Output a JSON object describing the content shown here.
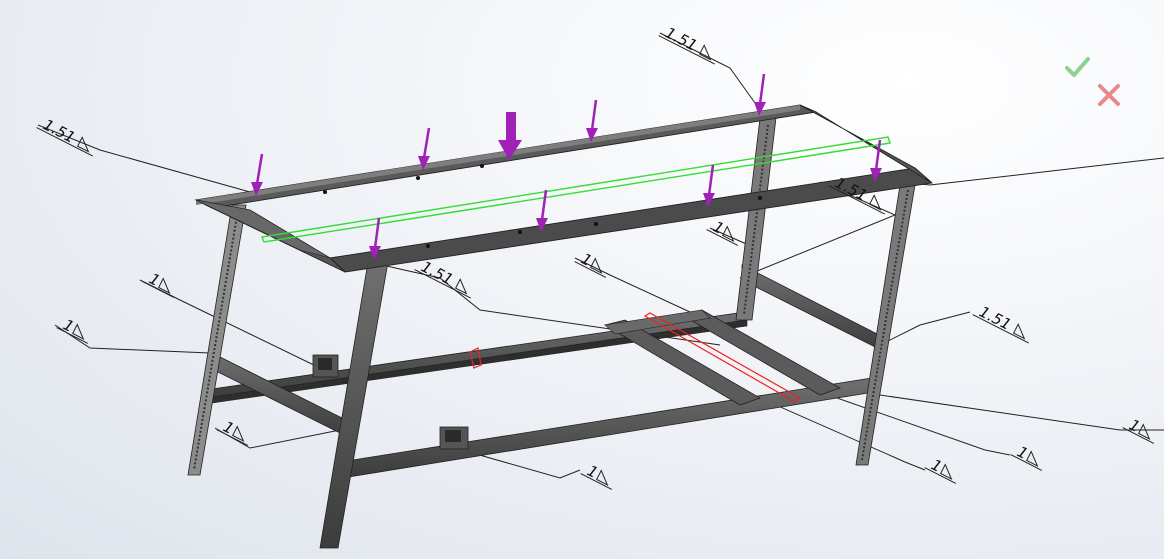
{
  "confirm_corner": {
    "ok_icon": "check-icon",
    "cancel_icon": "close-icon",
    "ok_color": "#8fd18f",
    "cancel_color": "#e88a8a"
  },
  "colors": {
    "frame": "#4a4a4a",
    "frame_light": "#6e6e6e",
    "load_arrow": "#a020b8",
    "selected_edge": "#33dd33",
    "highlight_face": "#ee2222"
  },
  "weld_annotations": [
    {
      "id": "w1",
      "text": "1.51"
    },
    {
      "id": "w2",
      "text": "1.51"
    },
    {
      "id": "w3",
      "text": "1.51"
    },
    {
      "id": "w4",
      "text": "1.51"
    },
    {
      "id": "w5",
      "text": "1.51"
    },
    {
      "id": "w6",
      "text": "1"
    },
    {
      "id": "w7",
      "text": "1"
    },
    {
      "id": "w8",
      "text": "1"
    },
    {
      "id": "w9",
      "text": "1"
    },
    {
      "id": "w10",
      "text": "1"
    },
    {
      "id": "w11",
      "text": "1"
    },
    {
      "id": "w12",
      "text": "1"
    },
    {
      "id": "w13",
      "text": "1"
    },
    {
      "id": "w14",
      "text": "1"
    }
  ]
}
